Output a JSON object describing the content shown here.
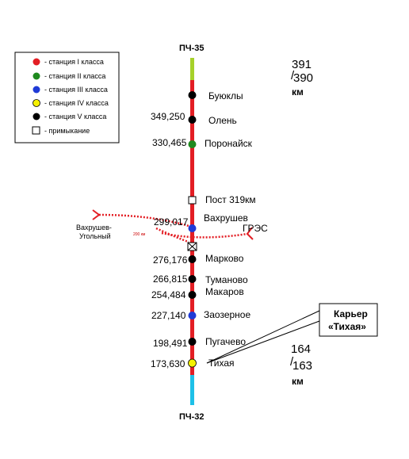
{
  "header": {
    "top": "ПЧ-35",
    "bottom": "ПЧ-32"
  },
  "legend": [
    {
      "label": "- станция I класса",
      "color": "#e31e24"
    },
    {
      "label": "- станция II класса",
      "color": "#1f8a1f"
    },
    {
      "label": "- станция III класса",
      "color": "#1f3ad6"
    },
    {
      "label": "- станция IV класса",
      "color": "#f5f100"
    },
    {
      "label": "- станция V класса",
      "color": "#000000"
    },
    {
      "label": "- примыкание",
      "color": "#ffffff"
    }
  ],
  "colors": {
    "main_line": "#e31e24",
    "top_segment": "#a6d12a",
    "bottom_segment": "#1ec0e8",
    "branch": "#e31e24"
  },
  "stations": {
    "buyukly": {
      "name": "Буюклы"
    },
    "olen": {
      "name": "Олень",
      "km": "349,250"
    },
    "poronaysk": {
      "name": "Поронайск",
      "km": "330,465"
    },
    "post319": {
      "name": "Пост 319км"
    },
    "vakhrushev": {
      "name": "Вахрушев",
      "km": "299,017"
    },
    "markovo": {
      "name": "Марково",
      "km": "276,176"
    },
    "tumanovo": {
      "name": "Туманово",
      "km": "266,815"
    },
    "makarov": {
      "name": "Макаров",
      "km": "254,484"
    },
    "zaozernoe": {
      "name": "Заозерное",
      "km": "227,140"
    },
    "pugachevo": {
      "name": "Пугачево",
      "km": "198,491"
    },
    "tikhaya": {
      "name": "Тихая",
      "km": "173,630"
    }
  },
  "branches": {
    "left_label_1": "Вахрушев-",
    "left_label_2": "Угольный",
    "left_tiny": "200 км",
    "right_label": "ГРЭС"
  },
  "range_top": {
    "a": "391",
    "sep": "/",
    "b": "390",
    "unit": "км"
  },
  "range_bottom": {
    "a": "164",
    "sep": "/",
    "b": "163",
    "unit": "км"
  },
  "callout": {
    "line1": "Карьер",
    "line2": "«Тихая»"
  }
}
